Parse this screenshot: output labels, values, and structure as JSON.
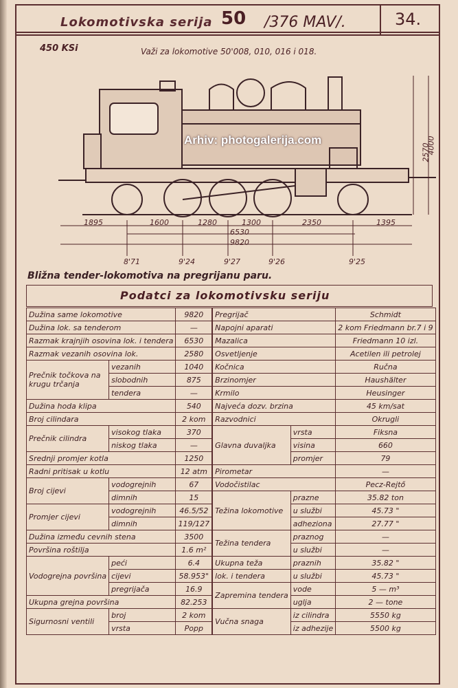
{
  "header": {
    "title": "Lokomotivska serija",
    "series_number": "50",
    "mav": "/376 MAV/.",
    "page": "34.",
    "ksi": "450 KSi",
    "applies": "Važi za lokomotive 50'008, 010, 016 i 018."
  },
  "drawing": {
    "watermark": "Arhiv: photogalerija.com",
    "dims": [
      "1895",
      "1600",
      "1280",
      "1300",
      "2350",
      "1395",
      "6530",
      "9820",
      "2570",
      "4000"
    ],
    "axle_loads": [
      "8'71",
      "9'24",
      "9'27",
      "9'26",
      "9'25"
    ]
  },
  "subtitle": "Bližna tender-lokomotiva na pregrijanu paru.",
  "table": {
    "title": "Podatci za lokomotivsku seriju",
    "diam_group": "Prečnik točkova na krugu trčanja",
    "cyl_group": "Prečnik cilindra",
    "valve_group": "Glavna duvaljka",
    "tubes_group": "Broj cijevi",
    "weight_group": "Težina lokomotive",
    "tdiam_group": "Promjer cijevi",
    "tender_group": "Težina tendera",
    "heat_group": "Vodogrejna površina",
    "capacity_group": "Zapremina tendera",
    "safety_group": "Sigurnosni ventili",
    "traction_group": "Vučna snaga",
    "left": [
      {
        "label": "Dužina same lokomotive",
        "value": "9820"
      },
      {
        "label": "Dužina lok. sa tenderom",
        "value": "—"
      },
      {
        "label": "Razmak krajnjih osovina lok. i tendera",
        "value": "6530"
      },
      {
        "label": "Razmak vezanih osovina lok.",
        "value": "2580"
      },
      {
        "label": "vezanih",
        "value": "1040"
      },
      {
        "label": "slobodnih",
        "value": "875"
      },
      {
        "label": "tendera",
        "value": "—"
      },
      {
        "label": "Dužina hoda klipa",
        "value": "540"
      },
      {
        "label": "Broj cilindara",
        "value": "2 kom"
      },
      {
        "label": "visokog tlaka",
        "value": "370"
      },
      {
        "label": "niskog tlaka",
        "value": "—"
      },
      {
        "label": "Srednji promjer kotla",
        "value": "1250"
      },
      {
        "label": "Radni pritisak u kotlu",
        "value": "12 atm"
      },
      {
        "label": "vodogrejnih",
        "value": "67"
      },
      {
        "label": "dimnih",
        "value": "15"
      },
      {
        "label": "vodogrejnih",
        "value": "46.5/52"
      },
      {
        "label": "dimnih",
        "value": "119/127"
      },
      {
        "label": "Dužina između cevnih stena",
        "value": "3500"
      },
      {
        "label": "Površina roštilja",
        "value": "1.6 m²"
      },
      {
        "label": "peći",
        "value": "6.4"
      },
      {
        "label": "cijevi",
        "value": "58.953\""
      },
      {
        "label": "pregrijača",
        "value": "16.9"
      },
      {
        "label": "Ukupna grejna površina",
        "value": "82.253"
      },
      {
        "label": "broj",
        "value": "2 kom"
      },
      {
        "label": "vrsta",
        "value": "Popp"
      }
    ],
    "right": [
      {
        "label": "Pregrijač",
        "value": "Schmidt"
      },
      {
        "label": "Napojni aparati",
        "value": "2 kom Friedmann br.7 i 9"
      },
      {
        "label": "Mazalica",
        "value": "Friedmann 10 izl."
      },
      {
        "label": "Osvetljenje",
        "value": "Acetilen ili petrolej"
      },
      {
        "label": "Kočnica",
        "value": "Ručna"
      },
      {
        "label": "Brzinomjer",
        "value": "Haushälter"
      },
      {
        "label": "Krmilo",
        "value": "Heusinger"
      },
      {
        "label": "Najveća dozv. brzina",
        "value": "45 km/sat"
      },
      {
        "label": "Razvodnici",
        "value": "Okrugli"
      },
      {
        "label": "vrsta",
        "value": "Fiksna"
      },
      {
        "label": "visina",
        "value": "660"
      },
      {
        "label": "promjer",
        "value": "79"
      },
      {
        "label": "Pirometar",
        "value": "—"
      },
      {
        "label": "Vodočistilac",
        "value": "Pecz-Rejtő"
      },
      {
        "label": "prazne",
        "value": "35.82 ton"
      },
      {
        "label": "u službi",
        "value": "45.73 \""
      },
      {
        "label": "adheziona",
        "value": "27.77 \""
      },
      {
        "label": "praznog",
        "value": "—"
      },
      {
        "label": "u službi",
        "value": "—"
      },
      {
        "label": "Ukupna teža",
        "sub": "praznih",
        "value": "35.82 \""
      },
      {
        "label": "lok. i tendera",
        "sub": "u službi",
        "value": "45.73 \""
      },
      {
        "label": "vode",
        "value": "5 — m³"
      },
      {
        "label": "uglja",
        "value": "2 — tone"
      },
      {
        "label": "iz cilindra",
        "value": "5550 kg"
      },
      {
        "label": "iz adhezije",
        "value": "5500 kg"
      }
    ]
  }
}
